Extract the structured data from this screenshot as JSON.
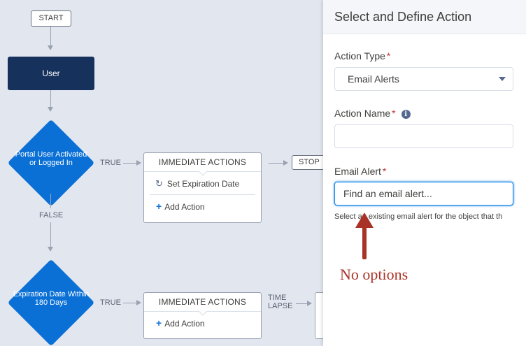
{
  "flow": {
    "start_label": "START",
    "user_label": "User",
    "decision1": "Portal User Activated or Logged In",
    "true_label": "TRUE",
    "false_label": "FALSE",
    "immediate1": {
      "header": "IMMEDIATE ACTIONS",
      "action": "Set Expiration Date",
      "add": "Add Action"
    },
    "stop_label": "STOP",
    "decision2": "Expiration Date Within 180 Days",
    "true_label2": "TRUE",
    "immediate2": {
      "header": "IMMEDIATE ACTIONS",
      "add": "Add Action"
    },
    "time_lapse": "TIME LAPSE"
  },
  "panel": {
    "title": "Select and Define Action",
    "action_type_label": "Action Type",
    "action_type_value": "Email Alerts",
    "action_name_label": "Action Name",
    "action_name_value": "",
    "email_alert_label": "Email Alert",
    "email_alert_placeholder": "Find an email alert...",
    "help_text": "Select an existing email alert for the object that th"
  },
  "annotation": {
    "text": "No options"
  },
  "colors": {
    "brand_navy": "#16325c",
    "decision_blue": "#0a70d6",
    "required_red": "#c23934",
    "annotation_red": "#a93226",
    "focus_blue": "#1589ee"
  }
}
